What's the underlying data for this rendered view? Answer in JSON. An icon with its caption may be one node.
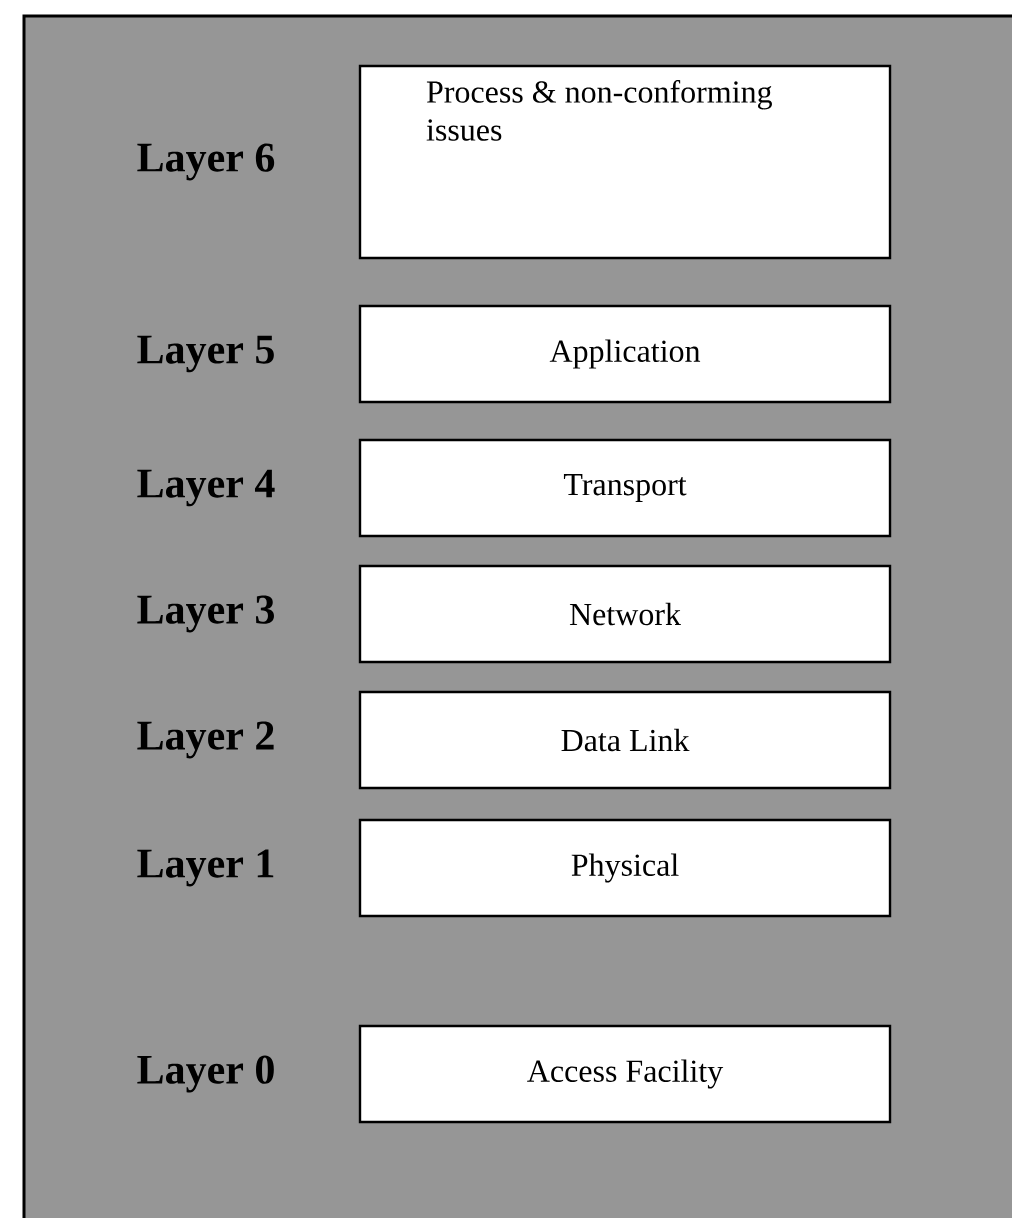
{
  "diagram": {
    "nodes": [
      {
        "text": [
          "Process & non-conforming issues"
        ],
        "beside": [
          "Layer 6"
        ]
      },
      {
        "text": [
          "Application"
        ],
        "beside": [
          "Layer 5"
        ]
      },
      {
        "text": [
          "Transport"
        ],
        "beside": [
          "Layer 4"
        ]
      },
      {
        "text": [
          "Network"
        ],
        "beside": [
          "Layer 3"
        ]
      },
      {
        "text": [
          "Data Link"
        ],
        "beside": [
          "Layer 2"
        ]
      },
      {
        "text": [
          "Physical"
        ],
        "beside": [
          "Layer 1"
        ]
      },
      {
        "text": [
          "Access Facility"
        ],
        "beside": [
          "Layer 0"
        ]
      }
    ]
  }
}
